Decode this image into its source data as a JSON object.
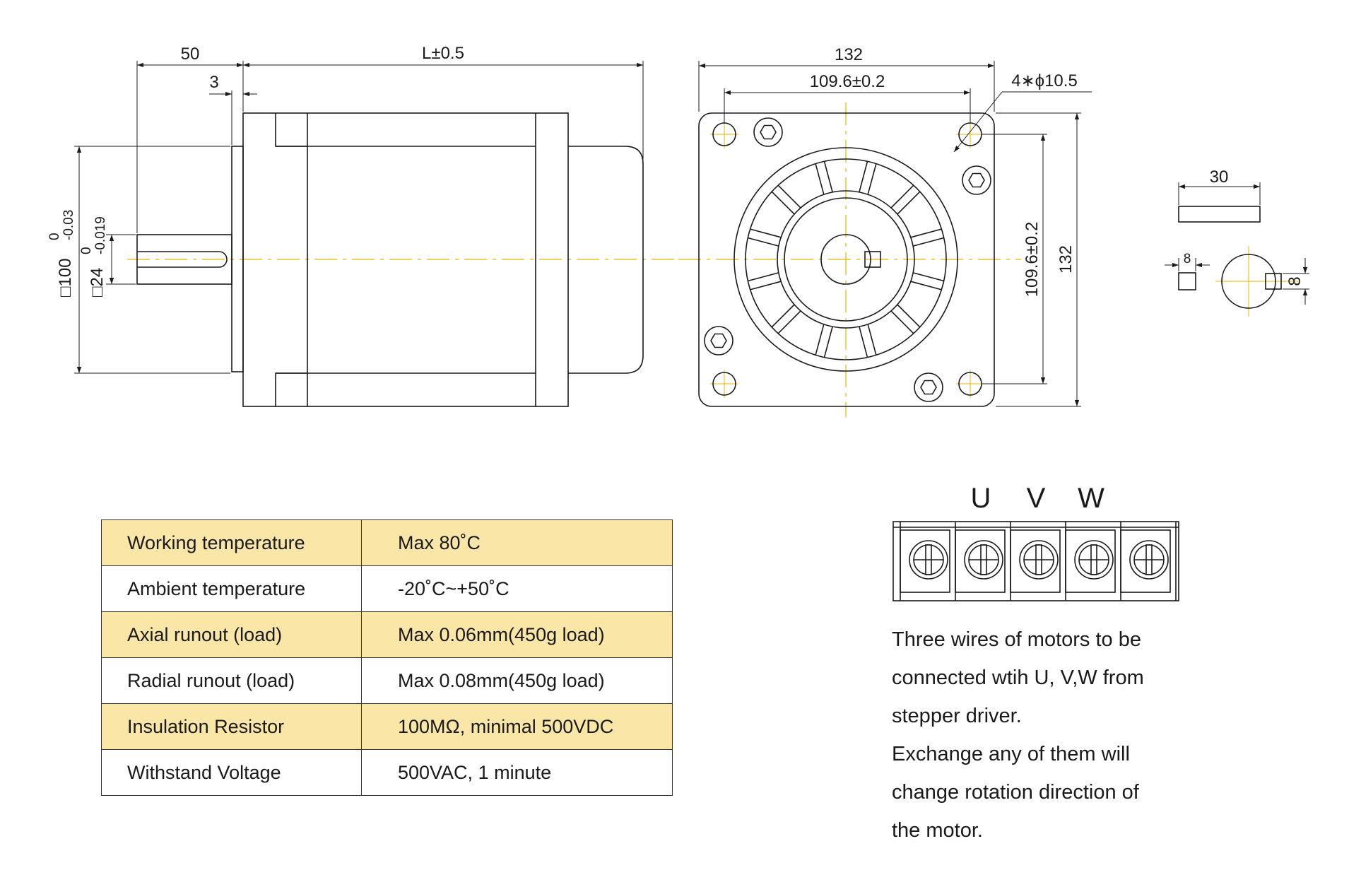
{
  "colors": {
    "centerline": "#e8b400",
    "highlight_row": "#fae7a8",
    "line": "#1a1a1a"
  },
  "side_view": {
    "dim_shaft_length": "50",
    "dim_body_length": "L±0.5",
    "dim_step": "3",
    "dim_flange_square": "□100",
    "dim_flange_tol_upper": "0",
    "dim_flange_tol_lower": "-0.03",
    "dim_shaft_dia": "□24",
    "dim_shaft_tol_upper": "0",
    "dim_shaft_tol_lower": "-0.019"
  },
  "front_view": {
    "dim_width_total": "132",
    "dim_hole_spacing_h": "109.6±0.2",
    "dim_holes": "4∗ϕ10.5",
    "dim_hole_spacing_v": "109.6±0.2",
    "dim_height_total": "132"
  },
  "key_detail": {
    "dim_key_length": "30",
    "dim_key_width": "8",
    "dim_keyway_width": "8"
  },
  "terminal": {
    "labels": [
      "U",
      "V",
      "W"
    ]
  },
  "specs": [
    {
      "label": "Working temperature",
      "value": "Max 80˚C"
    },
    {
      "label": "Ambient temperature",
      "value": "-20˚C~+50˚C"
    },
    {
      "label": "Axial runout (load)",
      "value": "Max 0.06mm(450g load)"
    },
    {
      "label": "Radial runout (load)",
      "value": "Max 0.08mm(450g load)"
    },
    {
      "label": "Insulation Resistor",
      "value": "100MΩ,  minimal 500VDC"
    },
    {
      "label": "Withstand Voltage",
      "value": "500VAC,  1 minute"
    }
  ],
  "wiring_note": [
    "Three wires of  motors to be",
    "connected wtih U, V,W from",
    "stepper driver.",
    "Exchange any of them will",
    "change rotation direction of",
    "the motor."
  ]
}
